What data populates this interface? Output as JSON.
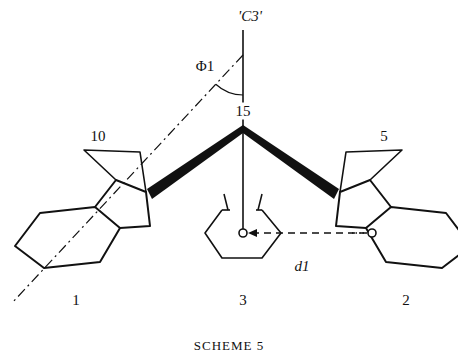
{
  "diagram": {
    "caption": "SCHEME 5",
    "labels": [
      "'C3'",
      "Φ1",
      "15",
      "10",
      "5",
      "d1",
      "1",
      "3",
      "2"
    ]
  }
}
